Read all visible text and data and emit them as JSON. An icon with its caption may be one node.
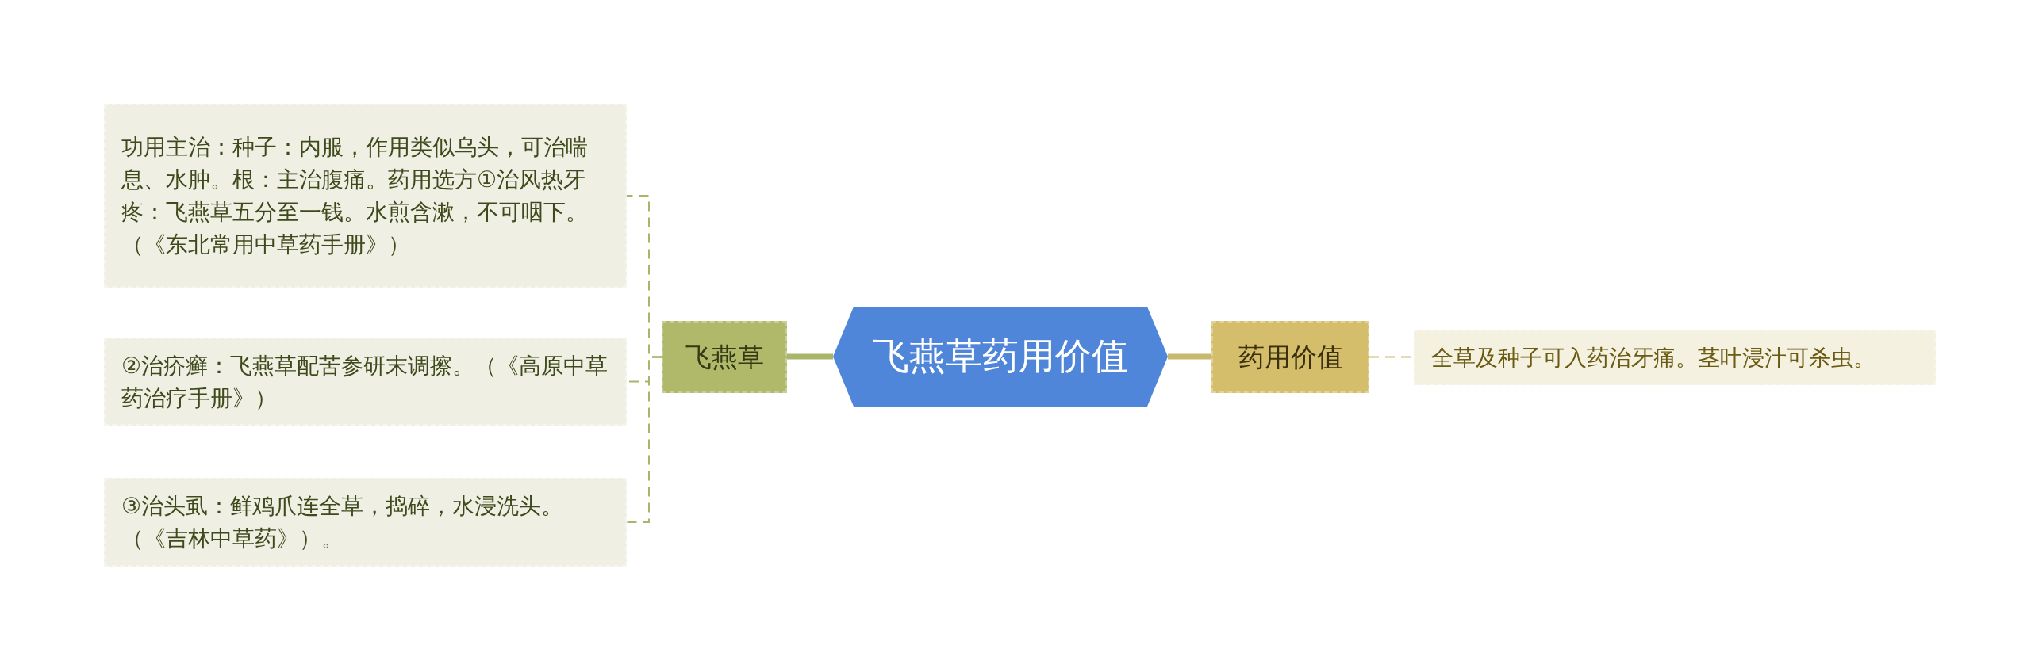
{
  "diagram": {
    "nodes": [
      {
        "text": [
          "飞燕草药用价值"
        ]
      },
      {
        "text": [
          "飞燕草"
        ]
      },
      {
        "text": [
          "功用主治：种子：内服，作用类似乌头，可治喘息、水肿。根：主治腹痛。药用选方①治风热牙疼：飞燕草五分至一钱。水煎含漱，不可咽下。（《东北常用中草药手册》）"
        ]
      },
      {
        "text": [
          "②治疥癣：飞燕草配苦参研末调擦。（《高原中草药治疗手册》）"
        ]
      },
      {
        "text": [
          "③治头虱：鲜鸡爪连全草，捣碎，水浸洗头。（《吉林中草药》）。"
        ]
      },
      {
        "text": [
          "药用价值"
        ]
      },
      {
        "text": [
          "全草及种子可入药治牙痛。茎叶浸汁可杀虫。"
        ]
      }
    ],
    "edges": [
      {
        "from": 0,
        "to": 1,
        "arrow": "none",
        "style": "thick",
        "color": "#a9b56b"
      },
      {
        "from": 1,
        "to": 2,
        "arrow": "none",
        "style": "dashed",
        "color": "#a9b56b"
      },
      {
        "from": 1,
        "to": 3,
        "arrow": "none",
        "style": "dashed",
        "color": "#a9b56b"
      },
      {
        "from": 1,
        "to": 4,
        "arrow": "none",
        "style": "dashed",
        "color": "#a9b56b"
      },
      {
        "from": 0,
        "to": 5,
        "arrow": "none",
        "style": "thick",
        "color": "#c9b870"
      },
      {
        "from": 5,
        "to": 6,
        "arrow": "none",
        "style": "dashed",
        "color": "#c9b870"
      }
    ]
  }
}
